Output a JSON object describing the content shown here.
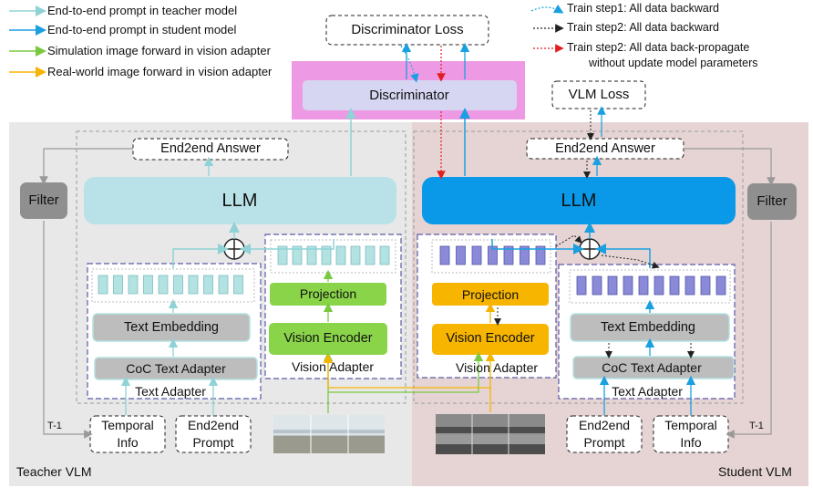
{
  "legend_left": [
    {
      "label": "End-to-end prompt in teacher model",
      "color": "#8fd3d6"
    },
    {
      "label": "End-to-end prompt in student model",
      "color": "#1aa0e0"
    },
    {
      "label": "Simulation  image forward in vision adapter",
      "color": "#7ac943"
    },
    {
      "label": "Real-world  image forward in vision adapter",
      "color": "#f5b400"
    }
  ],
  "legend_right": [
    {
      "label": "Train step1: All data backward",
      "color": "#22aadd"
    },
    {
      "label": "Train step2: All data backward",
      "color": "#222222"
    },
    {
      "label": "Train step2: All data back-propagate",
      "label2": "without update model parameters",
      "color": "#e02020"
    }
  ],
  "top": {
    "discriminator_loss": "Discriminator Loss",
    "discriminator": "Discriminator",
    "vlm_loss": "VLM Loss"
  },
  "teacher": {
    "title": "Teacher VLM",
    "answer": "End2end Answer",
    "filter": "Filter",
    "llm": "LLM",
    "plus": "⊕",
    "text_embedding": "Text Embedding",
    "coc_text_adapter": "CoC Text Adapter",
    "text_adapter": "Text Adapter",
    "projection": "Projection",
    "vision_encoder": "Vision Encoder",
    "vision_adapter": "Vision Adapter",
    "temporal_info_1": "Temporal",
    "temporal_info_2": "Info",
    "prompt_1": "End2end",
    "prompt_2": "Prompt",
    "t_minus_1": "T-1"
  },
  "student": {
    "title": "Student VLM",
    "answer": "End2end Answer",
    "filter": "Filter",
    "llm": "LLM",
    "plus": "⊕",
    "text_embedding": "Text Embedding",
    "coc_text_adapter": "CoC Text Adapter",
    "text_adapter": "Text Adapter",
    "projection": "Projection",
    "vision_encoder": "Vision Encoder",
    "vision_adapter": "Vision Adapter",
    "prompt_1": "End2end",
    "prompt_2": "Prompt",
    "temporal_info_1": "Temporal",
    "temporal_info_2": "Info",
    "t_minus_1": "T-1"
  },
  "colors": {
    "teacher_bg": "#e8e8e8",
    "student_bg": "#e6d4d4",
    "disc_bg": "#ee99e4",
    "disc_box": "#d7d6f2",
    "teacher_llm": "#b8e2e8",
    "student_llm": "#0a98e8",
    "teacher_vision": "#8ad44a",
    "student_vision": "#f7b500",
    "gray_box": "#bdbdbd",
    "token_teacher": "#b3e2e2",
    "token_student": "#8a8ad8"
  }
}
